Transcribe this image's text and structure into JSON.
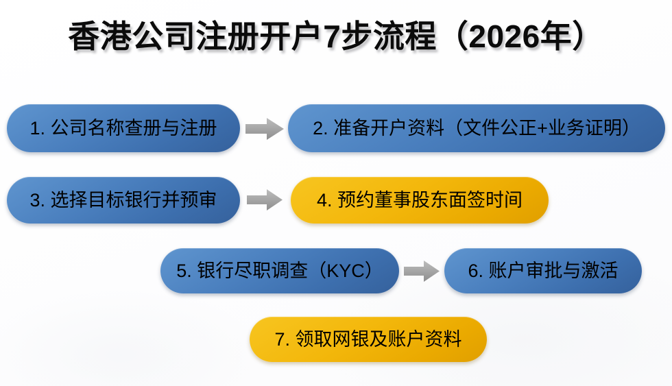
{
  "page": {
    "title": "香港公司注册开户7步流程（2026年）",
    "background_color": "#ffffff"
  },
  "theme": {
    "blue": "#4a7fbe",
    "yellow": "#f3b70b",
    "arrow_gray": "#9e9e9e",
    "text_color": "#000000",
    "title_color": "#0b0b0b"
  },
  "flow": {
    "steps": [
      {
        "number": "1",
        "label": "1. 公司名称查册与注册",
        "color": "blue",
        "row": 1,
        "position": "left"
      },
      {
        "number": "2",
        "label": "2. 准备开户资料（文件公正+业务证明）",
        "color": "blue",
        "row": 1,
        "position": "right"
      },
      {
        "number": "3",
        "label": "3. 选择目标银行并预审",
        "color": "blue",
        "row": 2,
        "position": "left"
      },
      {
        "number": "4",
        "label": "4. 预约董事股东面签时间",
        "color": "yellow",
        "row": 2,
        "position": "right"
      },
      {
        "number": "5",
        "label": "5. 银行尽职调查（KYC）",
        "color": "blue",
        "row": 3,
        "position": "left"
      },
      {
        "number": "6",
        "label": "6. 账户审批与激活",
        "color": "blue",
        "row": 3,
        "position": "right"
      },
      {
        "number": "7",
        "label": "7. 领取网银及账户资料",
        "color": "yellow",
        "row": 4,
        "position": "center"
      }
    ],
    "connectors": [
      {
        "from": "1",
        "to": "2",
        "icon": "right-arrow-icon"
      },
      {
        "from": "3",
        "to": "4",
        "icon": "right-arrow-icon"
      },
      {
        "from": "5",
        "to": "6",
        "icon": "right-arrow-icon"
      }
    ]
  }
}
